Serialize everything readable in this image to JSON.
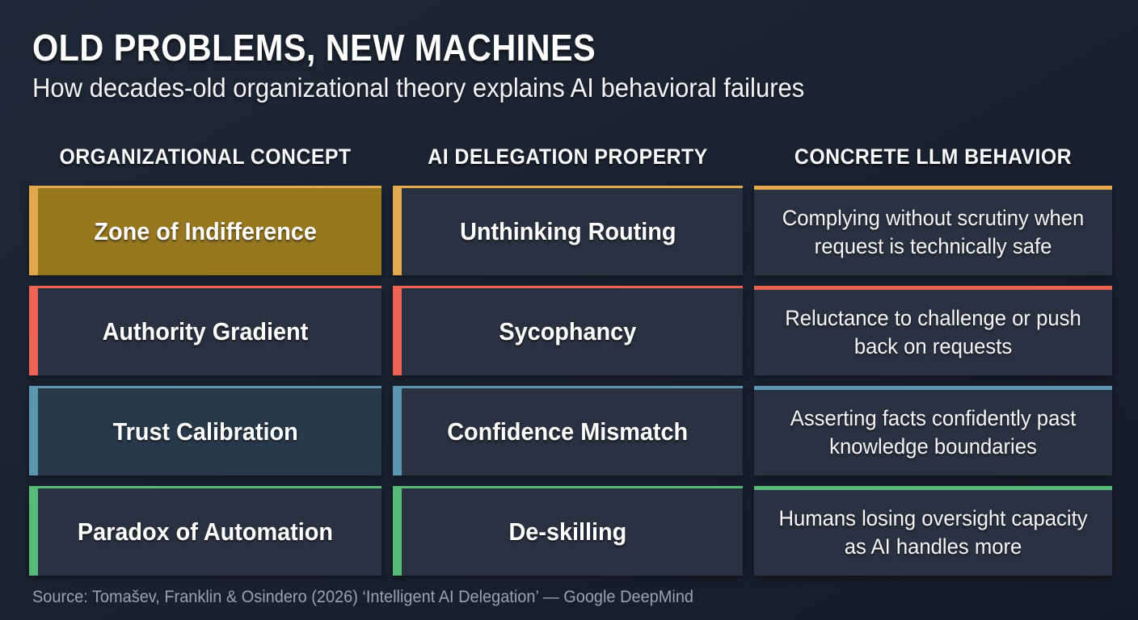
{
  "page": {
    "title": "OLD PROBLEMS, NEW MACHINES",
    "subtitle": "How decades-old organizational theory explains AI behavioral failures",
    "footer": "Source: Tomašev, Franklin & Osindero (2026) ‘Intelligent AI Delegation’ — Google DeepMind"
  },
  "colors": {
    "background": "#1a212e",
    "cell_fill": "#2a3140",
    "gold_accent": "#e2a84e",
    "gold_cell_fill": "#96761f",
    "red_accent": "#ef6355",
    "blue_accent": "#5b97ae",
    "blue_cell_fill": "#28394a",
    "green_accent": "#57ba78",
    "text": "#ffffff",
    "muted_text": "#9aa2ad"
  },
  "table": {
    "columns": [
      "ORGANIZATIONAL CONCEPT",
      "AI DELEGATION PROPERTY",
      "CONCRETE LLM BEHAVIOR"
    ],
    "rows": [
      {
        "concept": "Zone of Indifference",
        "property": "Unthinking Routing",
        "behavior": "Complying without scrutiny when request is technically safe",
        "accent": "#e2a84e",
        "concept_fill": "#96761f"
      },
      {
        "concept": "Authority Gradient",
        "property": "Sycophancy",
        "behavior": "Reluctance to challenge or push back on requests",
        "accent": "#ef6355",
        "concept_fill": "#2a3140"
      },
      {
        "concept": "Trust Calibration",
        "property": "Confidence Mismatch",
        "behavior": "Asserting facts confidently past knowledge boundaries",
        "accent": "#5b97ae",
        "concept_fill": "#28394a"
      },
      {
        "concept": "Paradox of Automation",
        "property": "De-skilling",
        "behavior": "Humans losing oversight capacity as AI handles more",
        "accent": "#57ba78",
        "concept_fill": "#2a3140"
      }
    ]
  }
}
